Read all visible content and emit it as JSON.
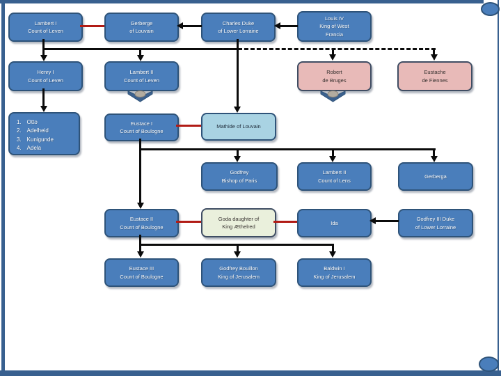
{
  "nodes": {
    "lambert1": {
      "label": "Lambert I\nCount of Leven"
    },
    "gerberge": {
      "label": "Gerberge\nof Louvain"
    },
    "charles": {
      "label": "Charles Duke\nof Lower Lorraine"
    },
    "louis4": {
      "label": "Louis IV\nKing of West\nFrancia"
    },
    "henry1": {
      "label": "Henry I\nCount of Leven"
    },
    "lambert2_leven": {
      "label": "Lambert II\nCount of Leven"
    },
    "robert": {
      "label": "Robert\nde Bruges"
    },
    "eustache_fiennes": {
      "label": "Eustache\nde Fiennes"
    },
    "eustace1": {
      "label": "Eustace I\nCount of Boulogne"
    },
    "mathide": {
      "label": "Mathide of Louvain"
    },
    "godfrey_bishop": {
      "label": "Godfrey\nBishop of Paris"
    },
    "lambert2_lens": {
      "label": "Lambert II\nCount of Lens"
    },
    "gerberga": {
      "label": "Gerberga"
    },
    "eustace2": {
      "label": "Eustace II\nCount of Boulogne"
    },
    "goda": {
      "label": "Goda daughter of\nKing Æthelred"
    },
    "ida": {
      "label": "Ida"
    },
    "godfrey3": {
      "label": "Godfrey III Duke\nof Lower Lorraine"
    },
    "eustace3": {
      "label": "Eustace III\nCount of Boulogne"
    },
    "godfrey_bouillon": {
      "label": "Godfrey Bouillon\nKing of Jerusalem"
    },
    "baldwin1": {
      "label": "Baldwin I\nKing of Jerusalem"
    }
  },
  "list_box": {
    "items": [
      {
        "num": "1.",
        "name": "Otto"
      },
      {
        "num": "2.",
        "name": "Adelheid"
      },
      {
        "num": "3.",
        "name": "Kunigunde"
      },
      {
        "num": "4.",
        "name": "Adela"
      }
    ]
  },
  "colors": {
    "node_blue": "#4a7ebb",
    "node_blue_border": "#2e5379",
    "node_pink": "#e8bab8",
    "node_pale_green": "#eaf0dc",
    "node_light_blue": "#a9d3e3",
    "dark_border": "#3f4d63",
    "connector_black": "#0b0b0b",
    "connector_red": "#b11b15",
    "frame_blue": "#38608f"
  }
}
